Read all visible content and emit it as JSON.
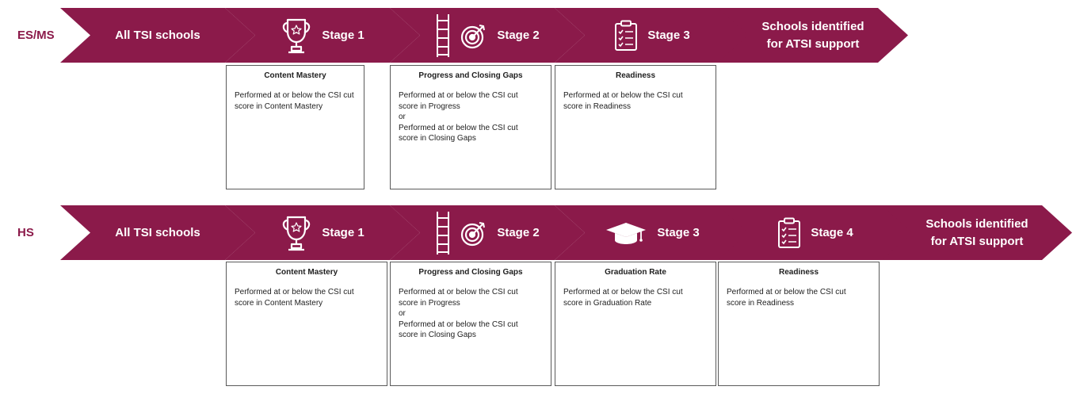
{
  "colors": {
    "accent": "#8b1a4a",
    "box_border": "#5a5a5a",
    "text": "#1e1e1e",
    "on_accent": "#ffffff"
  },
  "es_ms": {
    "label": "ES/MS",
    "all_schools": "All TSI schools",
    "stages": [
      {
        "label": "Stage 1",
        "icons": [
          "trophy-icon"
        ],
        "criteria": {
          "title": "Content Mastery",
          "lines": [
            "Performed at or below the CSI cut\nscore in Content Mastery"
          ]
        }
      },
      {
        "label": "Stage 2",
        "icons": [
          "ladder-icon",
          "target-icon"
        ],
        "criteria": {
          "title": "Progress and Closing Gaps",
          "lines": [
            "Performed at or below the CSI cut\nscore in Progress",
            "or",
            "Performed at or below the CSI cut\nscore in Closing Gaps"
          ]
        }
      },
      {
        "label": "Stage 3",
        "icons": [
          "clipboard-checklist-icon"
        ],
        "criteria": {
          "title": "Readiness",
          "lines": [
            "Performed at or below the CSI cut\nscore in Readiness"
          ]
        }
      }
    ],
    "target": "Schools identified\nfor ATSI support"
  },
  "hs": {
    "label": "HS",
    "all_schools": "All TSI schools",
    "stages": [
      {
        "label": "Stage 1",
        "icons": [
          "trophy-icon"
        ],
        "criteria": {
          "title": "Content Mastery",
          "lines": [
            "Performed at or below the CSI cut\nscore in Content Mastery"
          ]
        }
      },
      {
        "label": "Stage 2",
        "icons": [
          "ladder-icon",
          "target-icon"
        ],
        "criteria": {
          "title": "Progress and Closing Gaps",
          "lines": [
            "Performed at or below the CSI cut\nscore in Progress",
            "or",
            "Performed at or below the CSI cut\nscore in Closing Gaps"
          ]
        }
      },
      {
        "label": "Stage 3",
        "icons": [
          "graduation-cap-icon"
        ],
        "criteria": {
          "title": "Graduation Rate",
          "lines": [
            "Performed at or below the CSI cut\nscore in Graduation Rate"
          ]
        }
      },
      {
        "label": "Stage 4",
        "icons": [
          "clipboard-checklist-icon"
        ],
        "criteria": {
          "title": "Readiness",
          "lines": [
            "Performed at or below the CSI cut\nscore in Readiness"
          ]
        }
      }
    ],
    "target": "Schools identified\nfor ATSI support"
  }
}
